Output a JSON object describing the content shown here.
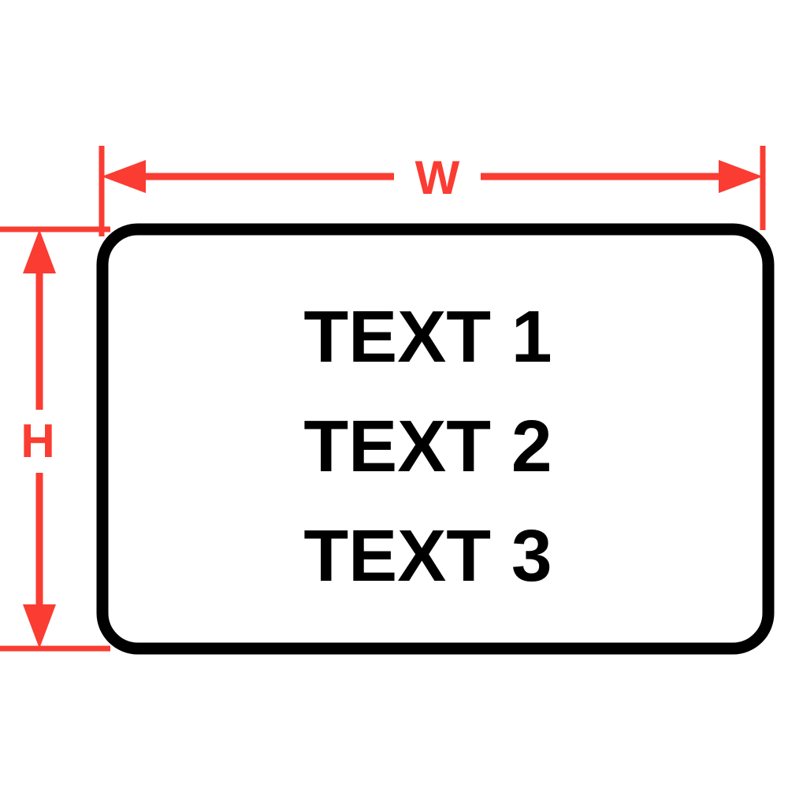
{
  "diagram": {
    "type": "label-dimension-diagram",
    "background_color": "#ffffff",
    "dimension_color": "#fa3c32",
    "outline_color": "#000000",
    "text_color": "#000000",
    "width_dimension": {
      "label": "W",
      "name": "width-dimension",
      "orientation": "horizontal"
    },
    "height_dimension": {
      "label": "H",
      "name": "height-dimension",
      "orientation": "vertical"
    },
    "label_body": {
      "name": "label-rectangle",
      "corner_radius": 45,
      "border_width": 14,
      "lines": [
        "TEXT 1",
        "TEXT 2",
        "TEXT 3"
      ]
    }
  }
}
